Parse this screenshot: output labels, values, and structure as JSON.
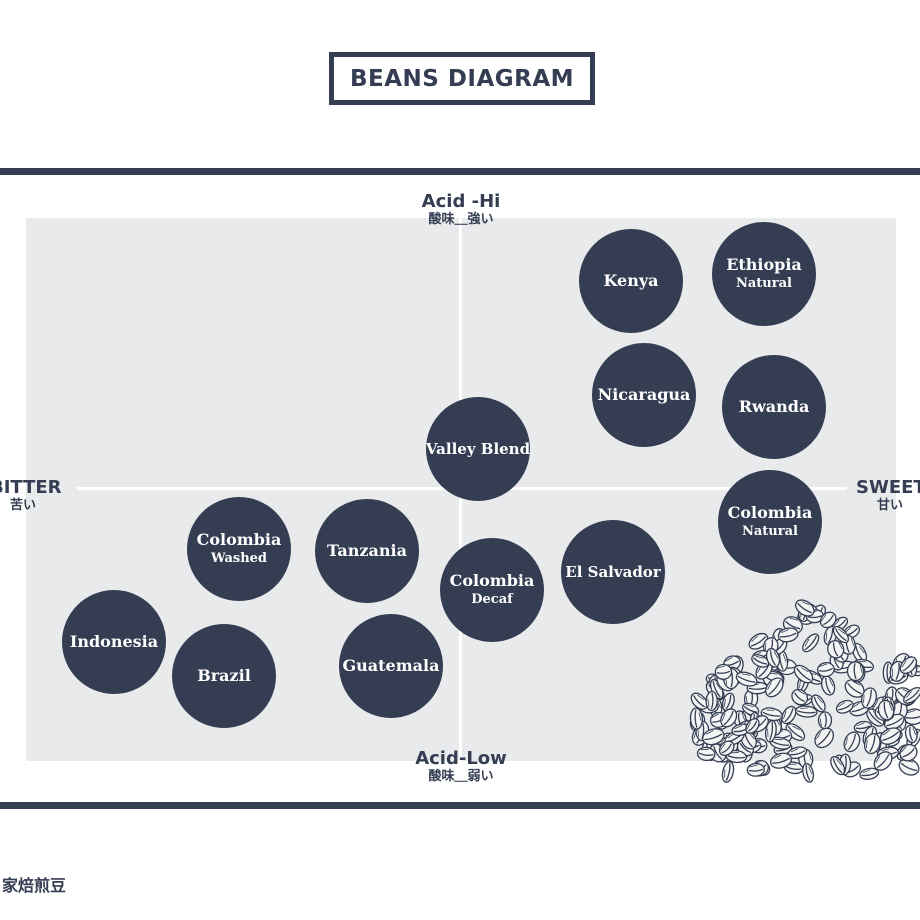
{
  "title": "BEANS DIAGRAM",
  "axes": {
    "top": {
      "en": "Acid -Hi",
      "ja": "酸味＿強い"
    },
    "bottom": {
      "en": "Acid-Low",
      "ja": "酸味＿弱い"
    },
    "left": {
      "en": "BITTER",
      "ja": "苦い"
    },
    "right": {
      "en": "SWEET",
      "ja": "甘い"
    }
  },
  "beans": [
    {
      "name": "Kenya",
      "sub": ""
    },
    {
      "name": "Ethiopia",
      "sub": "Natural"
    },
    {
      "name": "Nicaragua",
      "sub": ""
    },
    {
      "name": "Rwanda",
      "sub": ""
    },
    {
      "name": "Valley Blend",
      "sub": ""
    },
    {
      "name": "Colombia",
      "sub": "Natural"
    },
    {
      "name": "Colombia",
      "sub": "Washed"
    },
    {
      "name": "Tanzania",
      "sub": ""
    },
    {
      "name": "Colombia",
      "sub": "Decaf"
    },
    {
      "name": "El Salvador",
      "sub": ""
    },
    {
      "name": "Indonesia",
      "sub": ""
    },
    {
      "name": "Brazil",
      "sub": ""
    },
    {
      "name": "Guatemala",
      "sub": ""
    }
  ],
  "footer": "家焙煎豆",
  "colors": {
    "navy": "#343d52",
    "panel": "#e9eaec"
  }
}
